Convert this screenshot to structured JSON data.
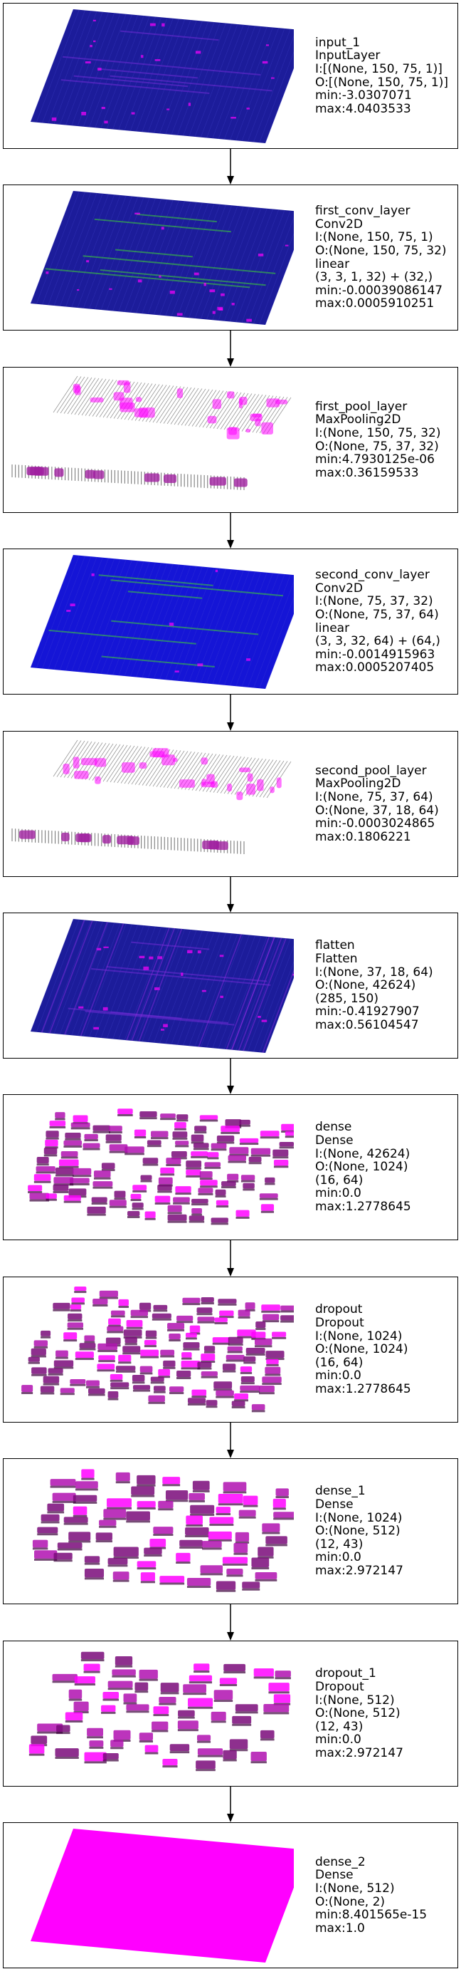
{
  "colors": {
    "background": "#ffffff",
    "border": "#000000",
    "blue": "#1a1aa8",
    "magenta": "#ff00ff",
    "green": "#3cc83c"
  },
  "layers": [
    {
      "name": "input_1",
      "type": "InputLayer",
      "lines": [
        "I:[(None, 150, 75, 1)]",
        "O:[(None, 150, 75, 1)]",
        "min:-3.0307071",
        "max:4.0403533"
      ],
      "viz": "plane-input"
    },
    {
      "name": "first_conv_layer",
      "type": "Conv2D",
      "lines": [
        "I:(None, 150, 75, 1)",
        "O:(None, 150, 75, 32)",
        "linear",
        "(3, 3, 1, 32) + (32,)",
        "min:-0.00039086147",
        "max:0.0005910251"
      ],
      "viz": "plane-conv1"
    },
    {
      "name": "first_pool_layer",
      "type": "MaxPooling2D",
      "lines": [
        "I:(None, 150, 75, 32)",
        "O:(None, 75, 37, 32)",
        "min:4.7930125e-06",
        "max:0.36159533"
      ],
      "viz": "pool"
    },
    {
      "name": "second_conv_layer",
      "type": "Conv2D",
      "lines": [
        "I:(None, 75, 37, 32)",
        "O:(None, 75, 37, 64)",
        "linear",
        "(3, 3, 32, 64) + (64,)",
        "min:-0.0014915963",
        "max:0.0005207405"
      ],
      "viz": "plane-conv2"
    },
    {
      "name": "second_pool_layer",
      "type": "MaxPooling2D",
      "lines": [
        "I:(None, 75, 37, 64)",
        "O:(None, 37, 18, 64)",
        "min:-0.0003024865",
        "max:0.1806221"
      ],
      "viz": "pool"
    },
    {
      "name": "flatten",
      "type": "Flatten",
      "lines": [
        "I:(None, 37, 18, 64)",
        "O:(None, 42624)",
        "(285, 150)",
        "min:-0.41927907",
        "max:0.56104547"
      ],
      "viz": "plane-flatten"
    },
    {
      "name": "dense",
      "type": "Dense",
      "lines": [
        "I:(None, 42624)",
        "O:(None, 1024)",
        "(16, 64)",
        "min:0.0",
        "max:1.2778645"
      ],
      "viz": "blocks"
    },
    {
      "name": "dropout",
      "type": "Dropout",
      "lines": [
        "I:(None, 1024)",
        "O:(None, 1024)",
        "(16, 64)",
        "min:0.0",
        "max:1.2778645"
      ],
      "viz": "blocks"
    },
    {
      "name": "dense_1",
      "type": "Dense",
      "lines": [
        "I:(None, 1024)",
        "O:(None, 512)",
        "(12, 43)",
        "min:0.0",
        "max:2.972147"
      ],
      "viz": "blocks-large"
    },
    {
      "name": "dropout_1",
      "type": "Dropout",
      "lines": [
        "I:(None, 512)",
        "O:(None, 512)",
        "(12, 43)",
        "min:0.0",
        "max:2.972147"
      ],
      "viz": "blocks-large"
    },
    {
      "name": "dense_2",
      "type": "Dense",
      "lines": [
        "I:(None, 512)",
        "O:(None, 2)",
        "min:8.401565e-15",
        "max:1.0"
      ],
      "viz": "plane-magenta"
    }
  ]
}
